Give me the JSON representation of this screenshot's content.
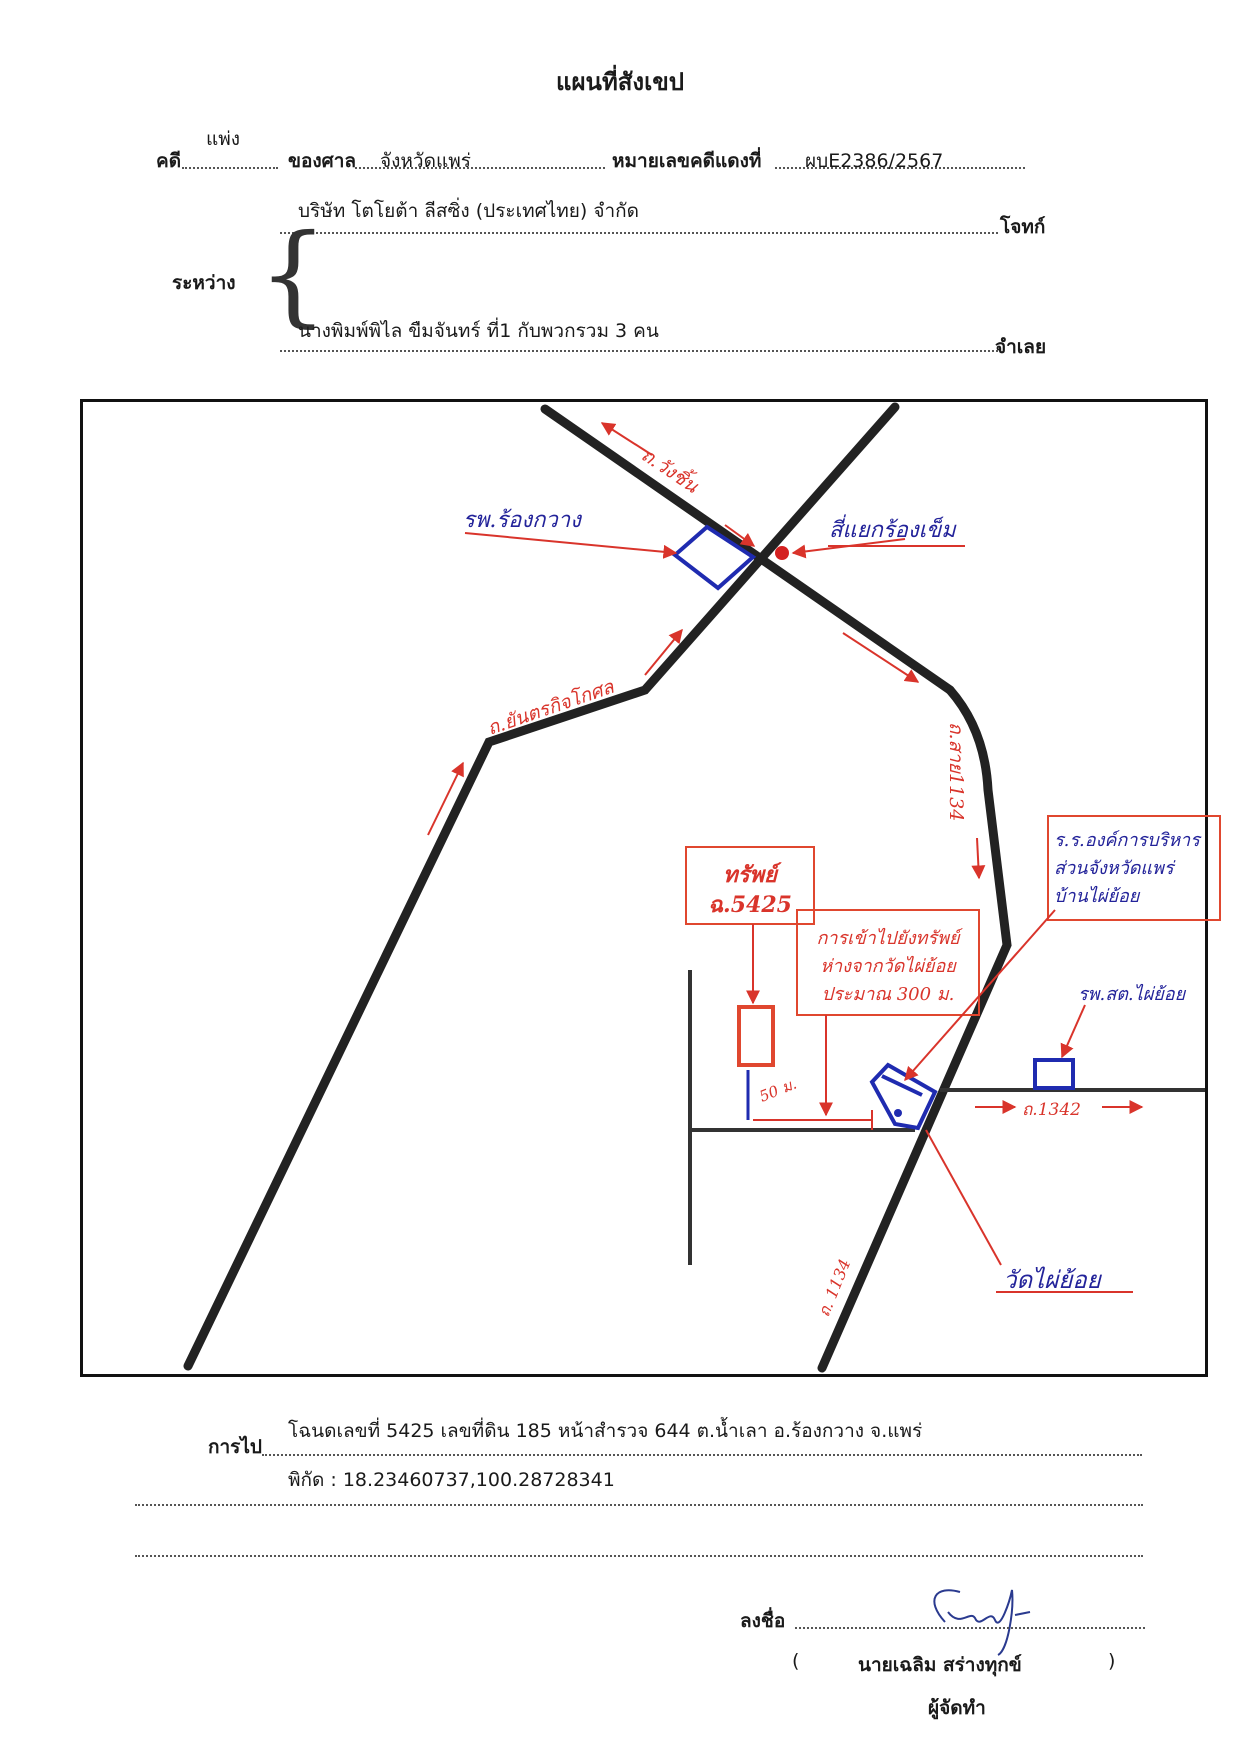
{
  "document": {
    "title": "แผนที่สังเขป",
    "case_type_label": "คดี",
    "case_type_value": "แพ่ง",
    "court_label": "ของศาล",
    "court_value": "จังหวัดแพร่",
    "red_case_label": "หมายเลขคดีแดงที่",
    "red_case_value": "ผบE2386/2567",
    "between_label": "ระหว่าง",
    "plaintiff_name": "บริษัท โตโยต้า ลีสซิ่ง (ประเทศไทย) จำกัด",
    "plaintiff_label": "โจทก์",
    "defendant_name": "นางพิมพ์พิไล  ขืมจันทร์ ที่1 กับพวกรวม 3 คน",
    "defendant_label": "จำเลย"
  },
  "map": {
    "labels": {
      "hospital_rongkwang": "รพ.ร้องกวาง",
      "road_wangchin": "ถ.วังชิ้น",
      "intersection": "สี่แยกร้องเข็ม",
      "road_yantrakit": "ถ.ยันตรกิจโกศล",
      "road_1134_upper": "ถ.สาย1134",
      "property_title": "ทรัพย์",
      "property_deed": "ฉ.5425",
      "access_note_1": "การเข้าไปยังทรัพย์",
      "access_note_2": "ห่างจากวัดไผ่ย้อย",
      "access_note_3": "ประมาณ 300 ม.",
      "pao_1": "ร.ร.องค์การบริหาร",
      "pao_2": "ส่วนจังหวัดแพร่",
      "pao_3": "บ้านไผ่ย้อย",
      "health_center": "รพ.สต.ไผ่ย้อย",
      "distance_50m": "50 ม.",
      "road_1342": "ถ.1342",
      "road_1134_lower": "ถ. 1134",
      "temple": "วัดไผ่ย้อย"
    },
    "colors": {
      "road": "#222222",
      "annotation": "#d9342b",
      "landmark": "#1f2bb0",
      "property": "#e0472f"
    }
  },
  "footer": {
    "route_label": "การไป",
    "route_line1": "โฉนดเลขที่   5425  เลขที่ดิน  185  หน้าสำรวจ 644  ต.น้ำเลา  อ.ร้องกวาง  จ.แพร่",
    "route_line2": "พิกัด : 18.23460737,100.28728341",
    "sign_label": "ลงชื่อ",
    "open_paren": "(",
    "signer_name": "นายเฉลิม  สร่างทุกข์",
    "close_paren": ")",
    "signer_role": "ผู้จัดทำ"
  }
}
